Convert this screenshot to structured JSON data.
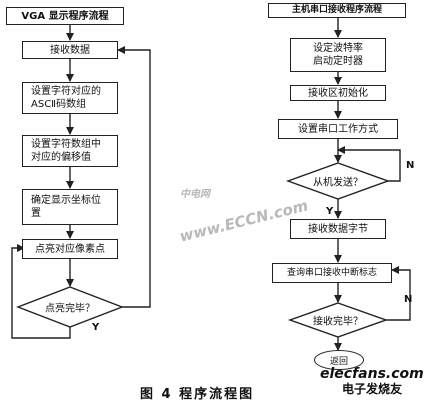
{
  "left_flow": {
    "title": "VGA 显示程序流程",
    "step1": "接收数据",
    "step2": "设置字符对应的\nASCⅡ码数组",
    "step3": "设置字符数组中\n对应的偏移值",
    "step4": "确定显示坐标位\n置",
    "step5": "点亮对应像素点",
    "decision": "点亮完毕？",
    "yes": "Y"
  },
  "right_flow": {
    "title": "主机串口接收程序流程",
    "step1": "设定波特率\n启动定时器",
    "step2": "接收区初始化",
    "step3": "设置串口工作方式",
    "decision1": "从机发送？",
    "no1": "N",
    "yes1": "Y",
    "step4": "接收数据字节",
    "step5": "查询串口接收中断标志",
    "decision2": "接收完毕？",
    "no2": "N",
    "end": "返回"
  },
  "caption": "图 4 程序流程图",
  "watermark": {
    "cn": "中电网",
    "url": "www.ECCN.com"
  },
  "logo": {
    "text": "elecfans.com",
    "cn": "电子发烧友"
  }
}
